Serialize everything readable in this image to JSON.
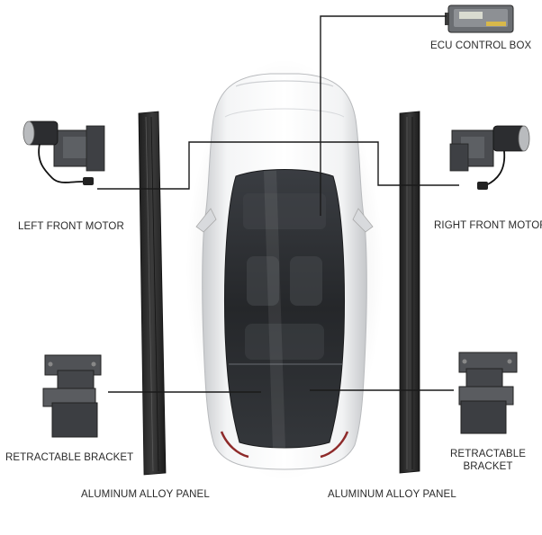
{
  "labels": {
    "ecu": "ECU CONTROL BOX",
    "left_motor": "LEFT FRONT MOTOR",
    "right_motor": "RIGHT FRONT MOTOR",
    "left_bracket": "RETRACTABLE BRACKET",
    "right_bracket_line1": "RETRACTABLE",
    "right_bracket_line2": "BRACKET",
    "left_panel": "ALUMINUM ALLOY PANEL",
    "right_panel": "ALUMINUM ALLOY PANEL"
  },
  "colors": {
    "car_body": "#e9eaec",
    "glass": "#2b2d30",
    "panel": "#2f2f2f",
    "hardware": "#4a4c50",
    "leader_line": "#1a1a1a"
  }
}
